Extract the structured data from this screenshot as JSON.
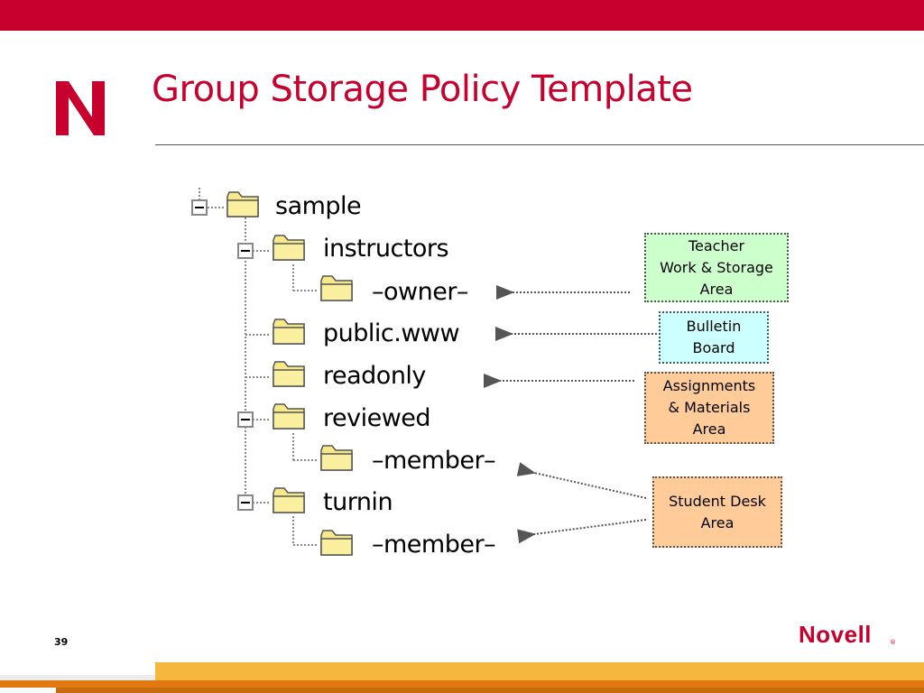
{
  "slide": {
    "title": "Group Storage Policy Template",
    "page_number": "39",
    "brand": "Novell",
    "brand_mark": "®"
  },
  "tree": {
    "nodes": [
      {
        "label": "sample",
        "expanded": true,
        "icon": "folder-icon"
      },
      {
        "label": "instructors",
        "expanded": true,
        "icon": "folder-icon"
      },
      {
        "label": "–owner–",
        "icon": "folder-icon"
      },
      {
        "label": "public.www",
        "icon": "folder-icon"
      },
      {
        "label": "readonly",
        "icon": "folder-icon"
      },
      {
        "label": "reviewed",
        "expanded": true,
        "icon": "folder-icon"
      },
      {
        "label": "–member–",
        "icon": "folder-icon"
      },
      {
        "label": "turnin",
        "expanded": true,
        "icon": "folder-icon"
      },
      {
        "label": "–member–",
        "icon": "folder-icon"
      }
    ]
  },
  "notes": [
    {
      "lines": [
        "Teacher",
        "Work & Storage",
        "Area"
      ],
      "color": "#ccffcc"
    },
    {
      "lines": [
        "Bulletin",
        "Board"
      ],
      "color": "#ccffff"
    },
    {
      "lines": [
        "Assignments",
        "& Materials",
        "Area"
      ],
      "color": "#ffcc99"
    },
    {
      "lines": [
        "Student Desk",
        "Area"
      ],
      "color": "#ffcc99"
    }
  ],
  "colors": {
    "accent": "#c8002d",
    "folder": "#f7e98a",
    "bottom_band": "#f5b73d"
  }
}
